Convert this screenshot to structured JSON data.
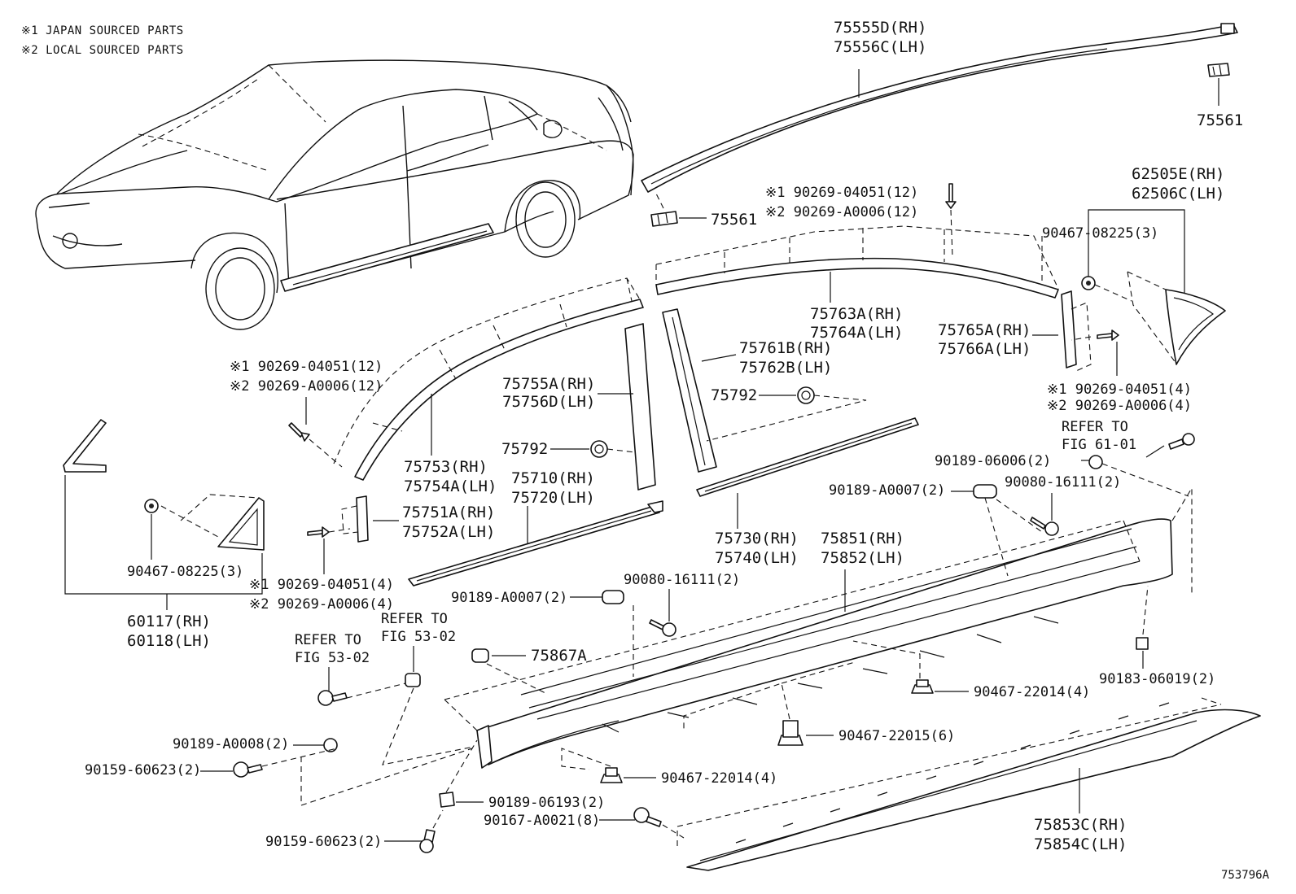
{
  "notes": [
    "※1 JAPAN SOURCED PARTS",
    "※2 LOCAL SOURCED PARTS"
  ],
  "figure_id": "753796A",
  "labels": {
    "l75555": [
      "75555D(RH)",
      "75556C(LH)"
    ],
    "l75561a": "75561",
    "l75561b": "75561",
    "l62505": [
      "62505E(RH)",
      "62506C(LH)"
    ],
    "l90467_08225_r": "90467-08225(3)",
    "l90269_top": [
      "※1 90269-04051(12)",
      "※2 90269-A0006(12)"
    ],
    "l75763": [
      "75763A(RH)",
      "75764A(LH)"
    ],
    "l75765": [
      "75765A(RH)",
      "75766A(LH)"
    ],
    "l75761": [
      "75761B(RH)",
      "75762B(LH)"
    ],
    "l75792a": "75792",
    "l75792b": "75792",
    "l90269_right": [
      "※1 90269-04051(4)",
      "※2 90269-A0006(4)"
    ],
    "refer61": [
      "REFER TO",
      "FIG 61-01"
    ],
    "l90189_06006": "90189-06006(2)",
    "l90189_a0007_r": "90189-A0007(2)",
    "l90080_r": "90080-16111(2)",
    "l75755": [
      "75755A(RH)",
      "75756D(LH)"
    ],
    "l90269_left": [
      "※1 90269-04051(12)",
      "※2 90269-A0006(12)"
    ],
    "l75753": [
      "75753(RH)",
      "75754A(LH)"
    ],
    "l75710": [
      "75710(RH)",
      "75720(LH)"
    ],
    "l75751": [
      "75751A(RH)",
      "75752A(LH)"
    ],
    "l75730": [
      "75730(RH)",
      "75740(LH)"
    ],
    "l75851": [
      "75851(RH)",
      "75852(LH)"
    ],
    "l90467_08225_l": "90467-08225(3)",
    "l90269_mid": [
      "※1 90269-04051(4)",
      "※2 90269-A0006(4)"
    ],
    "l60117": [
      "60117(RH)",
      "60118(LH)"
    ],
    "l90189_a0007_l": "90189-A0007(2)",
    "l90080_l": "90080-16111(2)",
    "refer53a": [
      "REFER TO",
      "FIG 53-02"
    ],
    "refer53b": [
      "REFER TO",
      "FIG 53-02"
    ],
    "l75867": "75867A",
    "l90467_22014_r": "90467-22014(4)",
    "l90183": "90183-06019(2)",
    "l90467_22015": "90467-22015(6)",
    "l90189_a0008": "90189-A0008(2)",
    "l90159_a": "90159-60623(2)",
    "l90467_22014_b": "90467-22014(4)",
    "l90189_06193": "90189-06193(2)",
    "l90167": "90167-A0021(8)",
    "l90159_b": "90159-60623(2)",
    "l75853": [
      "75853C(RH)",
      "75854C(LH)"
    ]
  }
}
